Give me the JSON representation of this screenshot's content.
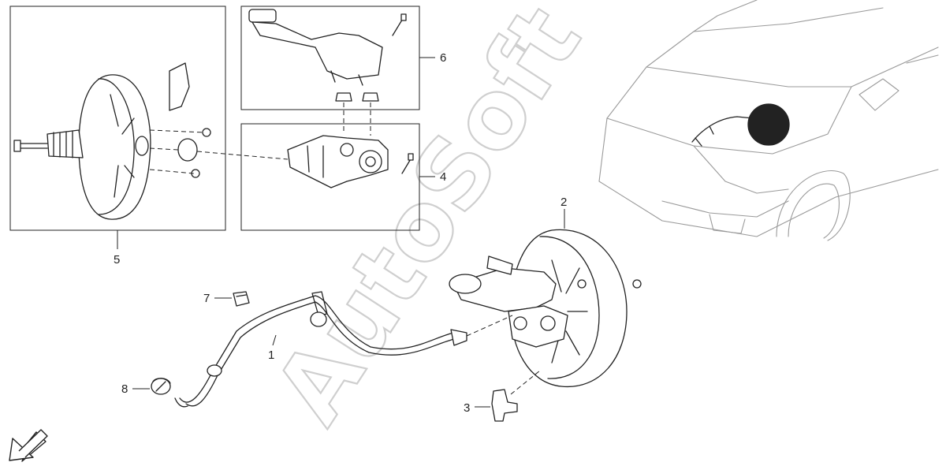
{
  "watermark": "AutoSoft",
  "callouts": [
    {
      "id": "1",
      "label": "1"
    },
    {
      "id": "2",
      "label": "2"
    },
    {
      "id": "3",
      "label": "3"
    },
    {
      "id": "4",
      "label": "4"
    },
    {
      "id": "5",
      "label": "5"
    },
    {
      "id": "6",
      "label": "6"
    },
    {
      "id": "7",
      "label": "7"
    },
    {
      "id": "8",
      "label": "8"
    }
  ],
  "icons": {
    "orientation": "arrow-down-left-icon"
  },
  "colors": {
    "line": "#222222",
    "car_outline": "#9a9a9a",
    "watermark_outline": "#cfcfcf"
  }
}
